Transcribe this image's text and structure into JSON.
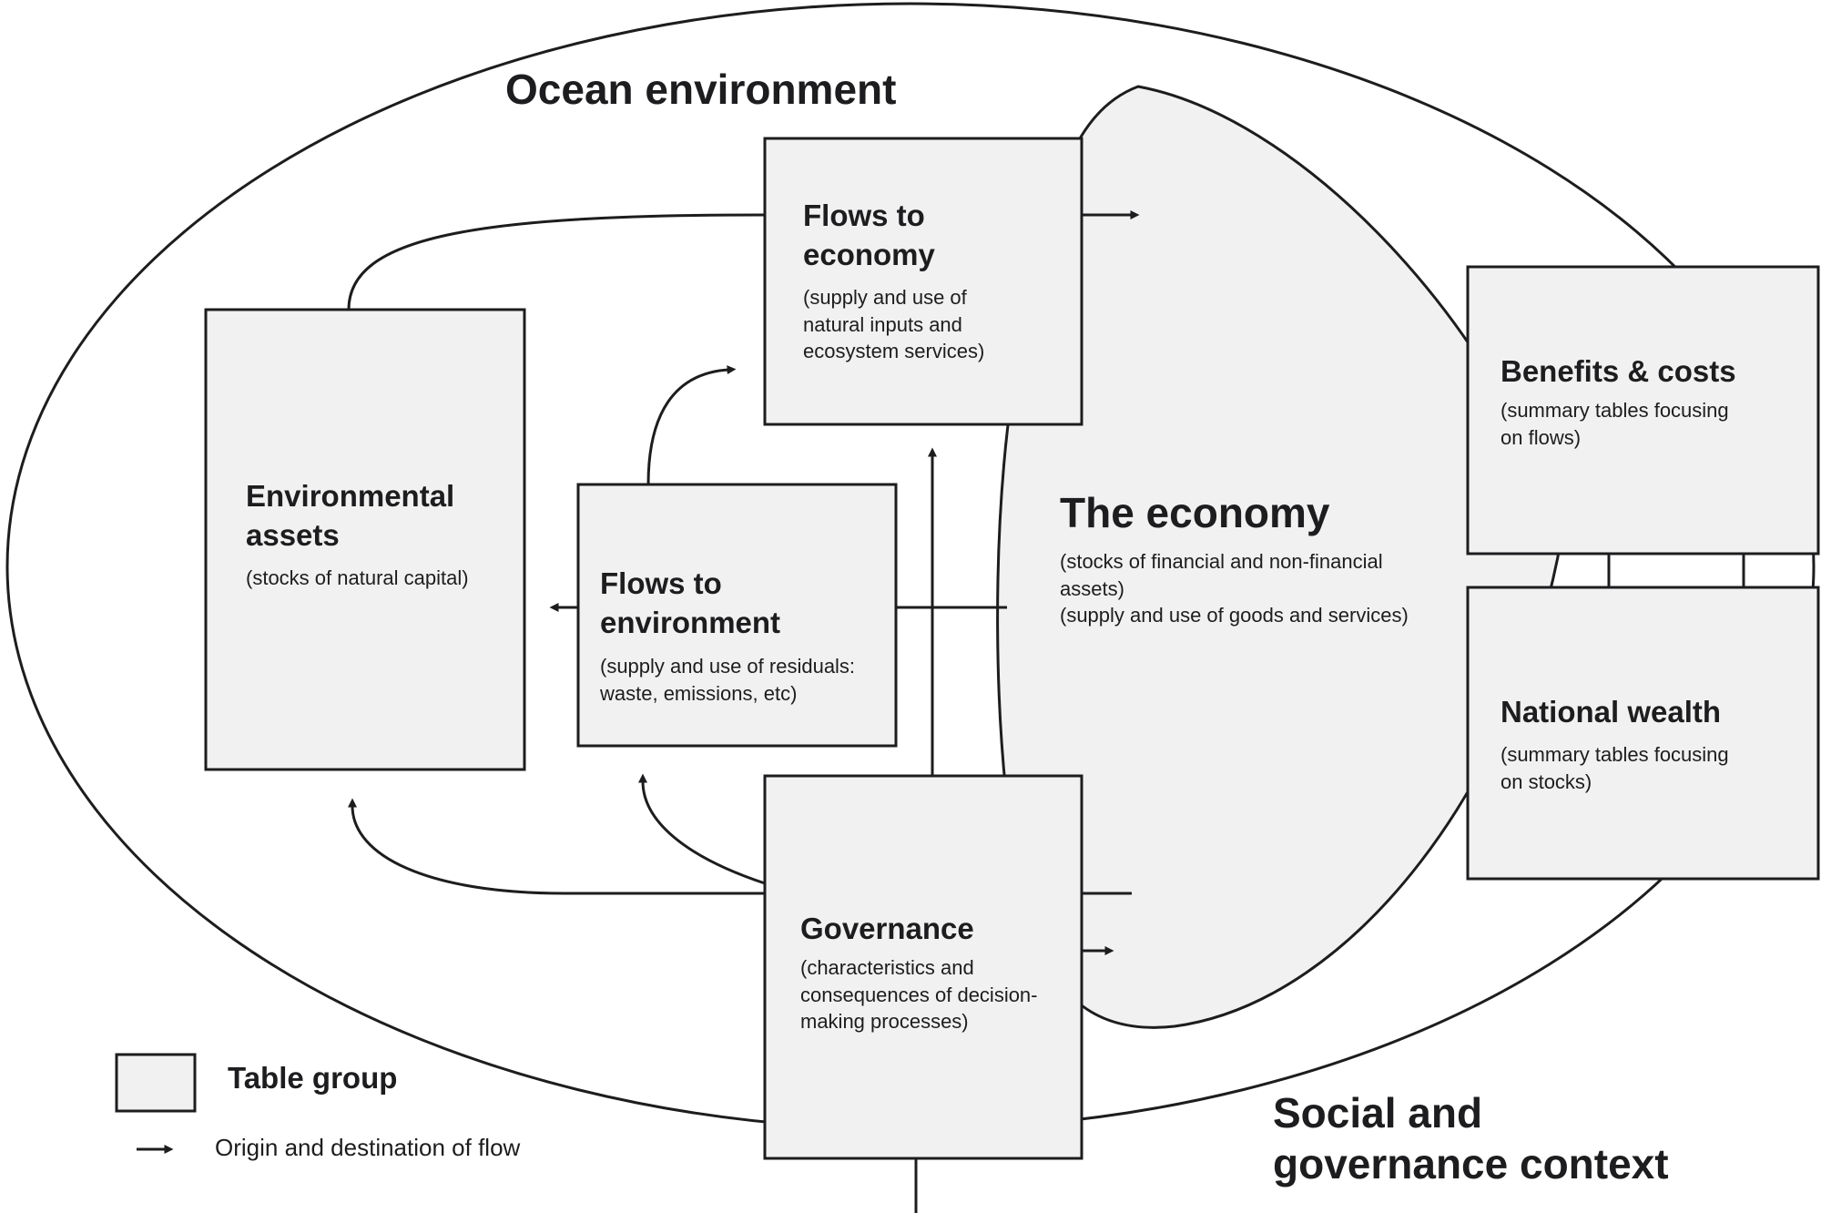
{
  "regions": {
    "ocean_environment": "Ocean environment",
    "social_context": "Social and\ngovernance context"
  },
  "boxes": {
    "flows_to_economy": {
      "title": "Flows to\neconomy",
      "note": "(supply and use of\nnatural inputs and\necosystem services)"
    },
    "environmental_assets": {
      "title": "Environmental\nassets",
      "note": "(stocks of natural capital)"
    },
    "flows_to_environment": {
      "title": "Flows to\nenvironment",
      "note": "(supply and use of residuals:\nwaste, emissions, etc)"
    },
    "economy": {
      "title": "The economy",
      "note": "(stocks of financial and non-financial\nassets)\n(supply and use of goods and services)"
    },
    "benefits_costs": {
      "title": "Benefits & costs",
      "note": "(summary tables focusing\non flows)"
    },
    "national_wealth": {
      "title": "National wealth",
      "note": "(summary tables focusing\non stocks)"
    },
    "governance": {
      "title": "Governance",
      "note": "(characteristics and\nconsequences of decision-\nmaking processes)"
    }
  },
  "legend": {
    "table_group": "Table group",
    "flow": "Origin and destination of flow"
  },
  "colors": {
    "box_fill": "#f0f1f0",
    "stroke": "#1d1d1f"
  }
}
